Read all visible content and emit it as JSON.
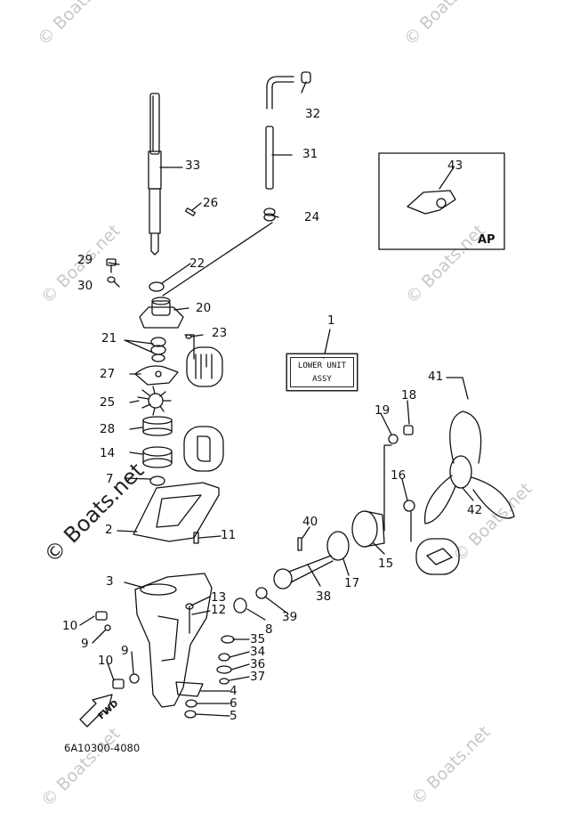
{
  "watermark": {
    "text": "© Boats.net"
  },
  "inset_label": "AP",
  "assy_box": {
    "line1": "LOWER UNIT",
    "line2": "ASSY"
  },
  "diagram_code": "6A10300-4080",
  "fwd_label": "FWD",
  "callouts": {
    "n1": "1",
    "n2": "2",
    "n3": "3",
    "n4": "4",
    "n5": "5",
    "n6": "6",
    "n7": "7",
    "n8": "8",
    "n9a": "9",
    "n9b": "9",
    "n10a": "10",
    "n10b": "10",
    "n11": "11",
    "n12": "12",
    "n13": "13",
    "n14": "14",
    "n15": "15",
    "n16": "16",
    "n17": "17",
    "n18": "18",
    "n19": "19",
    "n20": "20",
    "n21": "21",
    "n22": "22",
    "n23": "23",
    "n24": "24",
    "n25": "25",
    "n26": "26",
    "n27": "27",
    "n28": "28",
    "n29": "29",
    "n30": "30",
    "n31": "31",
    "n32": "32",
    "n33": "33",
    "n34": "34",
    "n35": "35",
    "n36": "36",
    "n37": "37",
    "n38": "38",
    "n39": "39",
    "n40": "40",
    "n41": "41",
    "n42": "42",
    "n43": "43"
  }
}
